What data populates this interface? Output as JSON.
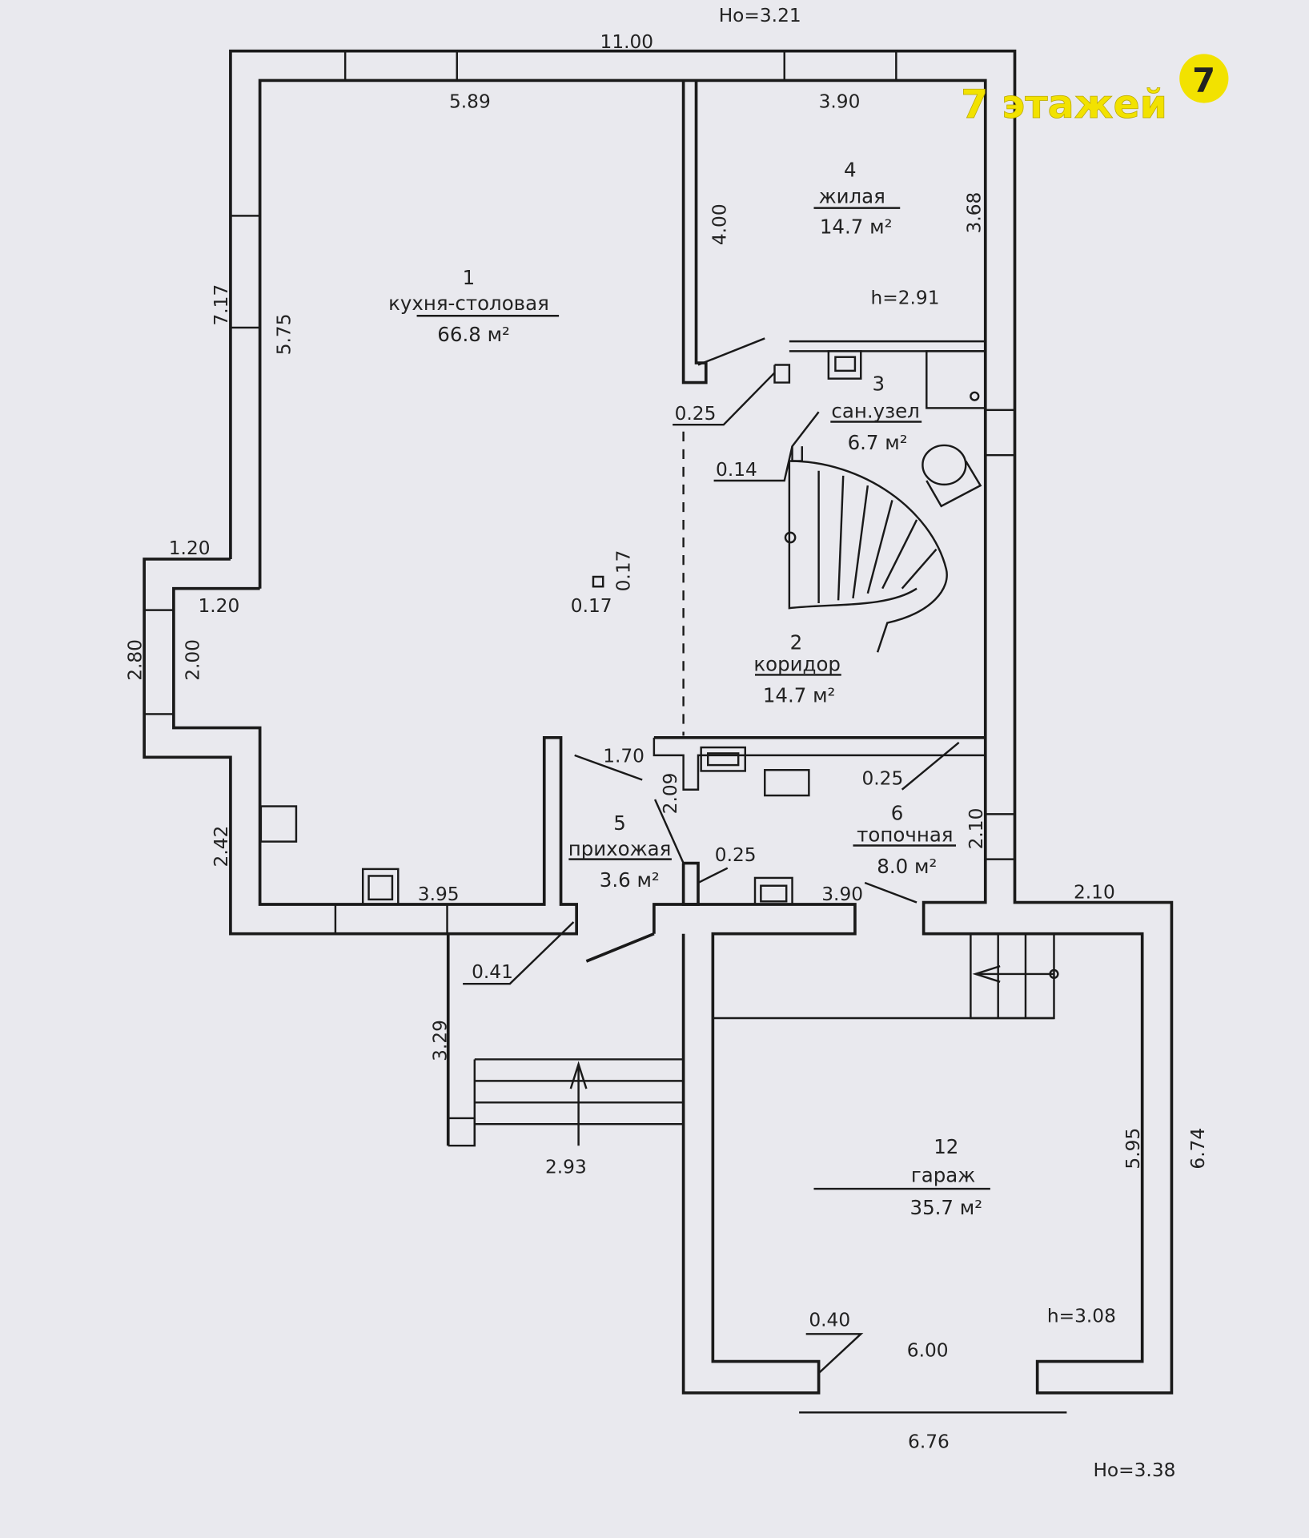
{
  "title": "План этажа",
  "heights": {
    "top": "Ho=3.21",
    "bottom": "Ho=3.38",
    "room4": "h=2.91",
    "garage": "h=3.08"
  },
  "logo": {
    "text": "7 этажей",
    "mark": "7",
    "color": "#f2e200"
  },
  "rooms": [
    {
      "num": "1",
      "name": "кухня-столовая",
      "area": "66.8 м²"
    },
    {
      "num": "2",
      "name": "коридор",
      "area": "14.7 м²"
    },
    {
      "num": "3",
      "name": "сан.узел",
      "area": "6.7 м²"
    },
    {
      "num": "4",
      "name": "жилая",
      "area": "14.7 м²"
    },
    {
      "num": "5",
      "name": "прихожая",
      "area": "3.6 м²"
    },
    {
      "num": "6",
      "name": "топочная",
      "area": "8.0 м²"
    },
    {
      "num": "12",
      "name": "гараж",
      "area": "35.7 м²"
    }
  ],
  "dims": [
    "11.00",
    "5.89",
    "3.90",
    "4.00",
    "3.68",
    "7.17",
    "5.75",
    "0.25",
    "0.14",
    "1.20",
    "1.20",
    "2.80",
    "2.00",
    "0.17",
    "0.17",
    "2.42",
    "3.95",
    "1.70",
    "2.09",
    "0.25",
    "0.25",
    "2.10",
    "3.90",
    "2.10",
    "0.41",
    "3.29",
    "2.93",
    "5.95",
    "6.74",
    "0.40",
    "6.00",
    "6.76"
  ]
}
